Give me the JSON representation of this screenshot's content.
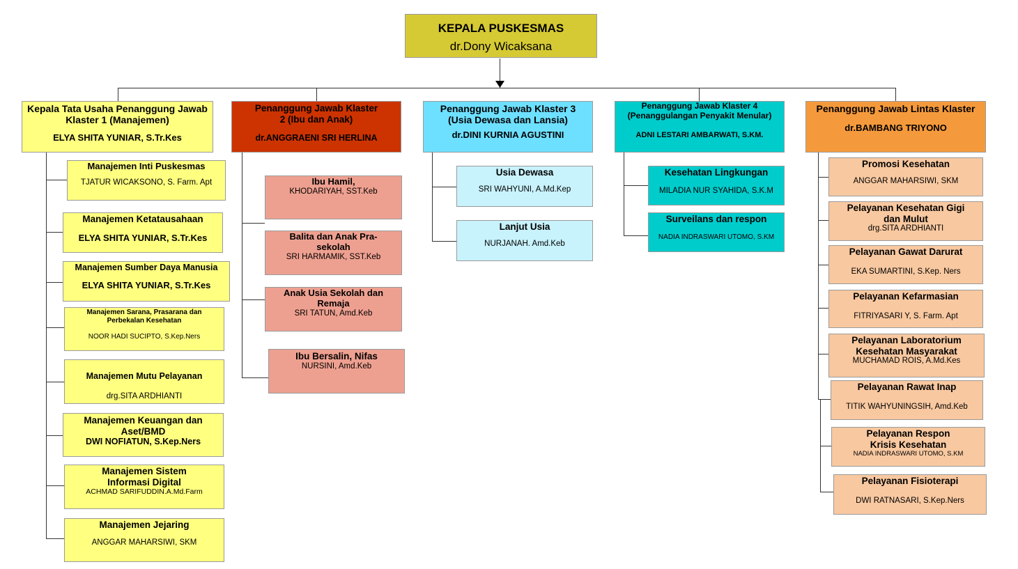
{
  "head": {
    "title": "KEPALA PUSKESMAS",
    "name": "dr.Dony Wicaksana"
  },
  "k1": {
    "title": "Kepala Tata Usaha Penanggung Jawab Klaster 1 (Manajemen)",
    "name": "ELYA SHITA YUNIAR, S.Tr.Kes",
    "items": [
      {
        "title": "Manajemen Inti Puskesmas",
        "name": "TJATUR WICAKSONO, S. Farm. Apt"
      },
      {
        "title": "Manajemen Ketatausahaan",
        "name": "ELYA SHITA YUNIAR, S.Tr.Kes"
      },
      {
        "title": "Manajemen Sumber Daya Manusia",
        "name": "ELYA SHITA YUNIAR, S.Tr.Kes"
      },
      {
        "title": "Manajemen Sarana, Prasarana dan Perbekalan Kesehatan",
        "name": "NOOR HADI SUCIPTO, S.Kep.Ners"
      },
      {
        "title": "Manajemen Mutu Pelayanan",
        "name": "drg.SITA ARDHIANTI"
      },
      {
        "title": "Manajemen Keuangan dan Aset/BMD",
        "name": "DWI NOFIATUN, S.Kep.Ners"
      },
      {
        "title": "Manajemen Sistem Informasi Digital",
        "name": "ACHMAD SARIFUDDIN.A.Md.Farm"
      },
      {
        "title": "Manajemen Jejaring",
        "name": "ANGGAR MAHARSIWI, SKM"
      }
    ]
  },
  "k2": {
    "title": "Penanggung Jawab Klaster 2 (Ibu dan Anak)",
    "name": "dr.ANGGRAENI SRI HERLINA",
    "items": [
      {
        "title": "Ibu Hamil,",
        "name": "KHODARIYAH, SST.Keb"
      },
      {
        "title": "Balita dan Anak Pra-sekolah",
        "name": "SRI HARMAMIK, SST.Keb"
      },
      {
        "title": "Anak Usia Sekolah dan Remaja",
        "name": "SRI TATUN, Amd.Keb"
      },
      {
        "title": "Ibu Bersalin, Nifas",
        "name": "NURSINI, Amd.Keb"
      }
    ]
  },
  "k3": {
    "title": "Penanggung Jawab Klaster 3 (Usia Dewasa dan Lansia)",
    "name": "dr.DINI KURNIA AGUSTINI",
    "items": [
      {
        "title": "Usia Dewasa",
        "name": "SRI WAHYUNI, A.Md.Kep"
      },
      {
        "title": "Lanjut Usia",
        "name": "NURJANAH. Amd.Keb"
      }
    ]
  },
  "k4": {
    "title": "Penanggung Jawab Klaster 4 (Penanggulangan Penyakit Menular)",
    "name": "ADNI LESTARI AMBARWATI, S.KM.",
    "items": [
      {
        "title": "Kesehatan Lingkungan",
        "name": "MILADIA NUR SYAHIDA, S.K.M"
      },
      {
        "title": "Surveilans dan respon",
        "name": "NADIA INDRASWARI UTOMO, S.KM"
      }
    ]
  },
  "k5": {
    "title": "Penanggung Jawab Lintas Klaster",
    "name": "dr.BAMBANG TRIYONO",
    "items": [
      {
        "title": "Promosi Kesehatan",
        "name": "ANGGAR MAHARSIWI, SKM"
      },
      {
        "title": "Pelayanan Kesehatan Gigi dan Mulut",
        "name": "drg.SITA ARDHIANTI"
      },
      {
        "title": "Pelayanan Gawat Darurat",
        "name": "EKA SUMARTINI, S.Kep. Ners"
      },
      {
        "title": "Pelayanan Kefarmasian",
        "name": "FITRIYASARI Y, S. Farm. Apt"
      },
      {
        "title": "Pelayanan Laboratorium Kesehatan Masyarakat",
        "name": "MUCHAMAD ROIS, A.Md.Kes"
      },
      {
        "title": "Pelayanan Rawat Inap",
        "name": "TITIK WAHYUNINGSIH, Amd.Keb"
      },
      {
        "title": "Pelayanan Respon Krisis Kesehatan",
        "name": "NADIA INDRASWARI UTOMO, S.KM"
      },
      {
        "title": "Pelayanan Fisioterapi",
        "name": "DWI RATNASARI, S.Kep.Ners"
      }
    ]
  }
}
